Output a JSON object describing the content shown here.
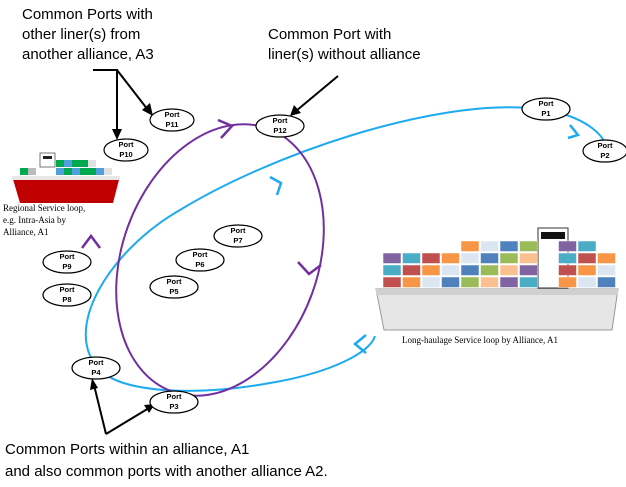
{
  "annotations": {
    "a3_line1": "Common Ports with",
    "a3_line2": "other liner(s) from",
    "a3_line3": "another alliance, A3",
    "noalliance_line1": "Common Port with",
    "noalliance_line2": "liner(s) without alliance",
    "bottom_line1": "Common Ports within an alliance, A1",
    "bottom_line2": "and also common ports with another alliance A2."
  },
  "captions": {
    "regional_line1": "Regional Service loop,",
    "regional_line2": "e.g. Intra-Asia  by",
    "regional_line3": "Alliance, A1",
    "longhaul": "Long-haulage  Service loop by Alliance,  A1"
  },
  "port_word": "Port",
  "ports": [
    {
      "id": "P1"
    },
    {
      "id": "P2"
    },
    {
      "id": "P3"
    },
    {
      "id": "P4"
    },
    {
      "id": "P5"
    },
    {
      "id": "P6"
    },
    {
      "id": "P7"
    },
    {
      "id": "P8"
    },
    {
      "id": "P9"
    },
    {
      "id": "P10"
    },
    {
      "id": "P11"
    },
    {
      "id": "P12"
    }
  ],
  "colors": {
    "regional_loop": "#7030a0",
    "longhaul_loop": "#1eaaf1",
    "ship_hull": "#c00000",
    "ship_hull_large": "#e8e8e8"
  }
}
